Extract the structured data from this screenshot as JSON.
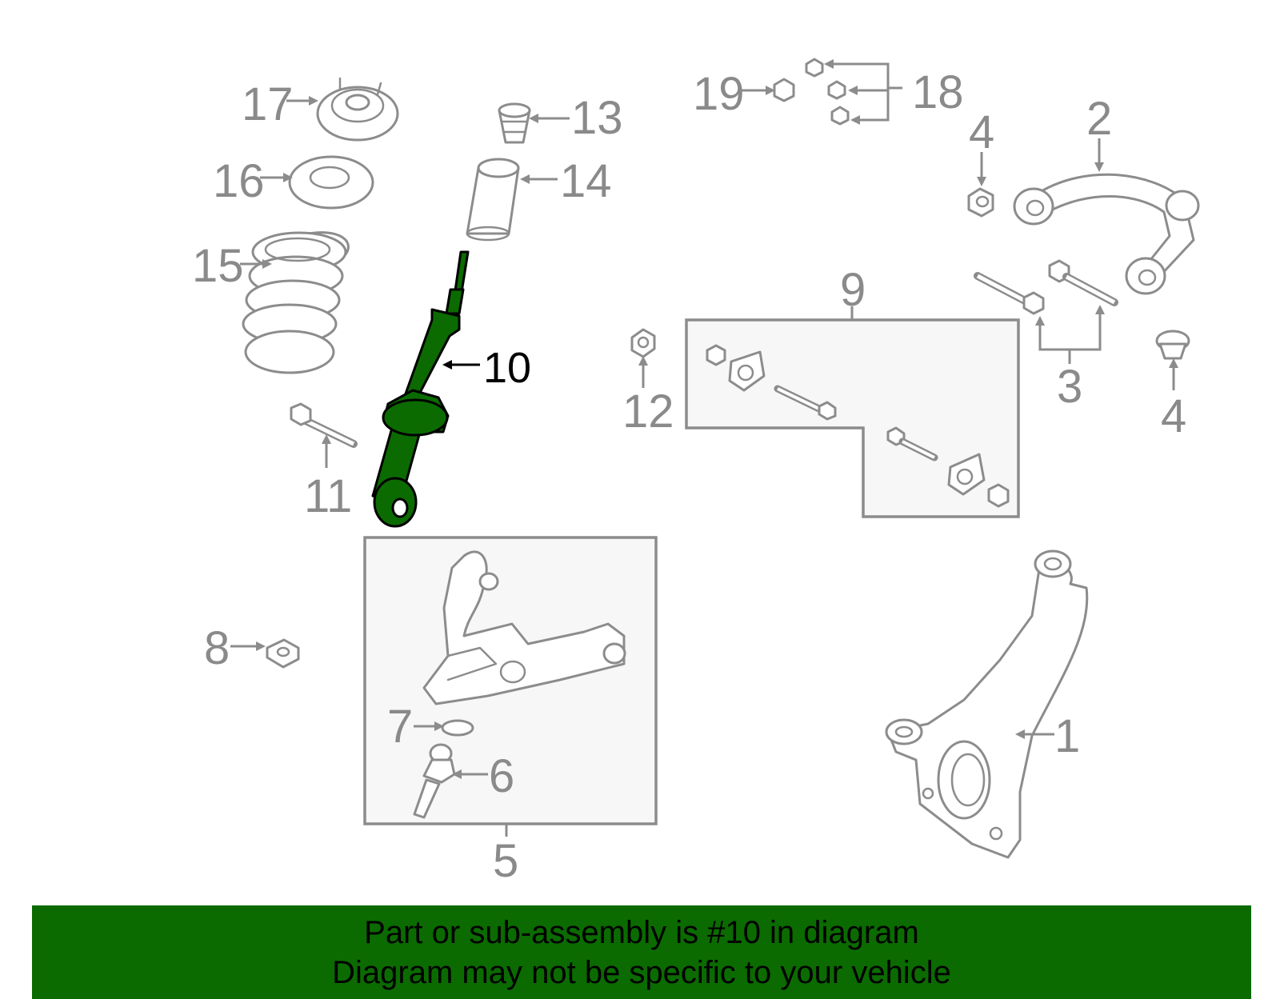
{
  "colors": {
    "banner_bg": "#0b6b00",
    "highlight_part": "#0b6b00",
    "line_gray": "#8c8c8c",
    "box_fill": "#f7f7f7"
  },
  "callouts": {
    "p1": "1",
    "p2": "2",
    "p3": "3",
    "p4a": "4",
    "p4b": "4",
    "p5": "5",
    "p6": "6",
    "p7": "7",
    "p8": "8",
    "p9": "9",
    "p10": "10",
    "p11": "11",
    "p12": "12",
    "p13": "13",
    "p14": "14",
    "p15": "15",
    "p16": "16",
    "p17": "17",
    "p18": "18",
    "p19": "19"
  },
  "highlighted_part": "10",
  "banner": {
    "line1": "Part or sub-assembly is #10 in diagram",
    "line2": "Diagram may not be specific to your vehicle"
  }
}
